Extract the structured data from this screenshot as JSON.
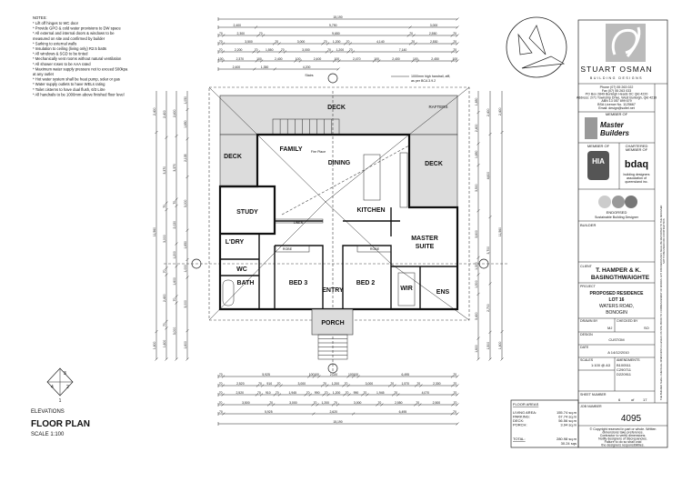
{
  "notes": {
    "heading": "NOTES:",
    "items": [
      "* Lift off hinges to WC door",
      "* Provide GPO & cold water provisions to DW space",
      "* All external and internal doors & windows to be",
      "measured on site and confirmed by builder",
      "* Sarking to external walls",
      "* Insulation to ceiling (living only) R2.5 batts",
      "* All windows & SGD to be tinted",
      "* Mechanically vent rooms without natural ventilation",
      "* All shower roses to be AAA rated",
      "* Maximum water supply pressure not to exceed 500kpa",
      "at any outlet",
      "* Hot water system shall be heat pump, solar or gas",
      "* Water supply outlets to have WELs rating",
      "* Toilet cisterns to have dual flush, 6/3 Litre",
      "* All handrails to be 1000mm above finished floor level"
    ]
  },
  "rooms": {
    "deck_top": "DECK",
    "rafters": "RAFTERS",
    "deck_left": "DECK",
    "deck_right": "DECK",
    "family": "FAMILY",
    "dining": "DINING",
    "kitchen": "KITCHEN",
    "study": "STUDY",
    "master_suite_1": "MASTER",
    "master_suite_2": "SUITE",
    "laundry": "L'DRY",
    "wc": "WC",
    "bath": "BATH",
    "bed3": "BED 3",
    "entry": "ENTRY",
    "bed2": "BED 2",
    "wir": "WIR",
    "ens": "ENS",
    "porch": "PORCH",
    "linen": "LINEN",
    "robe1": "ROBE",
    "robe2": "ROBE",
    "fireplace": "Fire Place",
    "stairs": "Stairs",
    "handrail_note_1": "1000mm high handrail, affl,",
    "handrail_note_2": "as per BCA 3.9.2"
  },
  "dimensions": {
    "top": [
      [
        "15,190"
      ],
      [
        "2,400",
        "9,790",
        "3,000"
      ],
      [
        "70",
        "2,300",
        "70",
        "9,650",
        "70",
        "2,550",
        "70"
      ],
      [
        "70",
        "3,500",
        "70",
        "3,000",
        "70",
        "1,200",
        "70",
        "4,140",
        "70",
        "2,530",
        "70"
      ],
      [
        "70",
        "2,200",
        "70",
        "1,550",
        "70",
        "3,000",
        "70",
        "1,200",
        "70",
        "7,140",
        "70"
      ],
      [
        "100",
        "2,370",
        "100",
        "2,400",
        "100",
        "2,400",
        "100",
        "2,470",
        "100",
        "2,400",
        "100",
        "2,450",
        "100"
      ],
      [
        "2,400",
        "1,350",
        "4,200"
      ]
    ],
    "bottom": [
      [
        "70",
        "5,925",
        "100",
        "100",
        "2,020",
        "100",
        "100",
        "6,495",
        "70"
      ],
      [
        "70",
        "2,520",
        "70",
        "910",
        "70",
        "3,000",
        "70",
        "1,200",
        "70",
        "3,000",
        "70",
        "1,570",
        "70",
        "2,300",
        "70"
      ],
      [
        "70",
        "2,520",
        "70",
        "910",
        "70",
        "1,945",
        "70",
        "990",
        "70",
        "1,200",
        "70",
        "990",
        "70",
        "1,945",
        "70",
        "4,070",
        "70"
      ],
      [
        "70",
        "3,500",
        "70",
        "3,000",
        "70",
        "1,200",
        "70",
        "3,000",
        "70",
        "2,550",
        "70",
        "2,500",
        "70"
      ],
      [
        "70",
        "5,925",
        "2,620",
        "6,495",
        "70"
      ],
      [
        "15,190"
      ]
    ],
    "left": [
      [
        "2,400",
        "11,560",
        "1,600"
      ],
      [
        "2,400",
        "3,370",
        "70",
        "3,000",
        "70",
        "2,400",
        "70",
        "1,600"
      ],
      [
        "2,400",
        "3,370",
        "70",
        "2,020",
        "1,200",
        "1,600",
        "70",
        "3,000"
      ],
      [
        "1,050",
        "1,650",
        "2,135",
        "3,000",
        "1,650",
        "1,000",
        "3,000",
        "1,600"
      ]
    ],
    "right": [
      [
        "1,650",
        "2,400",
        "1,650",
        "3,500",
        "3,600",
        "1,300",
        "1,500",
        "3,400",
        "1,600"
      ],
      [
        "2,400",
        "4,600",
        "3,700",
        "2,700",
        "1,500"
      ],
      [
        "2,400",
        "11,560",
        "1,600"
      ]
    ]
  },
  "elevations": {
    "label": "ELEVATIONS",
    "marks": [
      "1",
      "2",
      "3",
      "4"
    ]
  },
  "plan_title": {
    "title": "FLOOR PLAN",
    "scale": "SCALE 1:100"
  },
  "title_block": {
    "company": "STUART OSMAN",
    "company_sub": "BUILDING DESIGNS",
    "contact": [
      "Phone (07) 55 263 022",
      "Fax (07) 55 263 033",
      "PO Box 2849 Burleigh Heads DC Qld 4220",
      "Address: 2/71 Township Drive, West Burleigh, Qld 4219",
      "ABN 13 057 899 679",
      "BSA Licence No. 1125667",
      "Email: design@soltel.net"
    ],
    "member_of": "MEMBER OF",
    "master_builders_1": "Master",
    "master_builders_2": "Builders",
    "hia_member": "MEMBER OF",
    "hia": "HIA",
    "chartered_1": "CHARTERED",
    "chartered_2": "MEMBER OF",
    "bdaq": "bdaq",
    "bdaq_desc_1": "building designers",
    "bdaq_desc_2": "association of",
    "bdaq_desc_3": "queensland inc.",
    "endorsed": "ENDORSED",
    "endorsed_sub": "Sustainable Building Designer",
    "builder_label": "BUILDER",
    "client_label": "CLIENT",
    "client_1": "T. HAMPER & K.",
    "client_2": "BASINGTHWAIGHTE",
    "project_label": "PROJECT",
    "project_1": "PROPOSED RESIDENCE",
    "project_2": "LOT 16",
    "project_3": "WATERS ROAD,",
    "project_4": "BONOGIN",
    "drawn_by_label": "DRAWN BY",
    "drawn_by": "MJ",
    "checked_by_label": "CHECKED BY",
    "checked_by": "SO",
    "design_label": "DESIGN",
    "design": "CUSTOM",
    "date_label": "DATE",
    "date": "A 14/12/2010",
    "scales_label": "SCALES",
    "scales": "1:100 @ A3",
    "amendments_label": "AMENDMENTS",
    "amendments": [
      "B100511",
      "C290711",
      "D220911"
    ],
    "sheet_label": "SHEET NUMBER",
    "sheet": "6",
    "sheet_of": "of",
    "sheet_total": "17",
    "job_label": "JOB NUMBER",
    "job_number": "4095",
    "copyright": [
      "© Copyright reserved in part or whole. Written",
      "dimensions take preference.",
      "Contractor to verify dimensions.",
      "Notify designers of discrepancies.",
      "Failure to do so shall void",
      "the designers responsibilities."
    ],
    "side_strip": "THE BUILDER SHALL CHECK ALL DIMENSIONS & LEVELS ON SITE PRIOR TO COMMENCEMENT OF WORKS. ANY DISCREPANCIES SHALL BE REPORTED TO THE DESIGNER",
    "side_strip_mid": "NOT TO BE USED FOR CONSTRUCTION"
  },
  "floor_areas": {
    "heading": "FLOOR AREAS",
    "rows": [
      {
        "label": "LIVING AREA:",
        "value": "155.74 sq.m"
      },
      {
        "label": "PARKING:",
        "value": "67.74 sq.m"
      },
      {
        "label": "DECK:",
        "value": "56.56 sq.m"
      },
      {
        "label": "PORCH:",
        "value": "3.94 sq.m"
      }
    ],
    "total_label": "TOTAL:",
    "total_value": "280.98 sq.m",
    "total_squares": "30.24 sqs"
  }
}
